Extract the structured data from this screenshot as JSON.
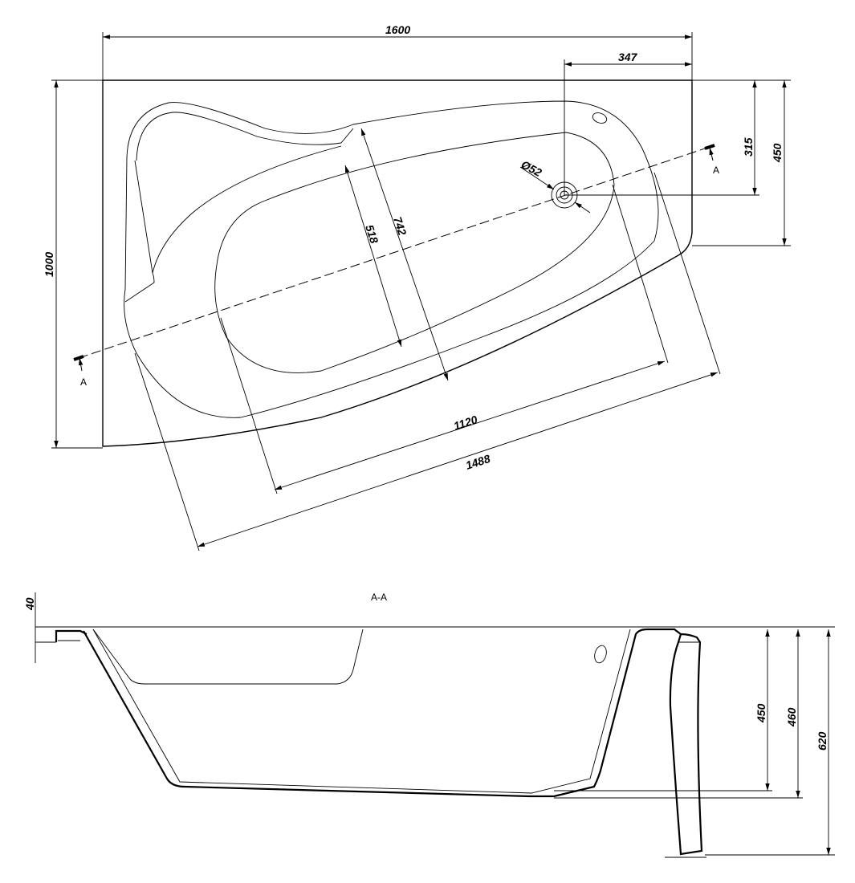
{
  "plan_view": {
    "dimensions": {
      "overall_length": "1600",
      "overall_width": "1000",
      "drain_offset_x": "347",
      "drain_offset_y": "315",
      "narrow_end_depth": "450",
      "drain_diameter": "Ø52",
      "inner_width": "518",
      "outer_width": "742",
      "inner_length": "1120",
      "outer_length": "1488"
    },
    "section_marks": {
      "left": "A",
      "right": "A"
    }
  },
  "section_view": {
    "title": "A-A",
    "dimensions": {
      "rim_thickness": "40",
      "bath_depth": "450",
      "depth_with_drain": "460",
      "total_height": "620"
    }
  }
}
